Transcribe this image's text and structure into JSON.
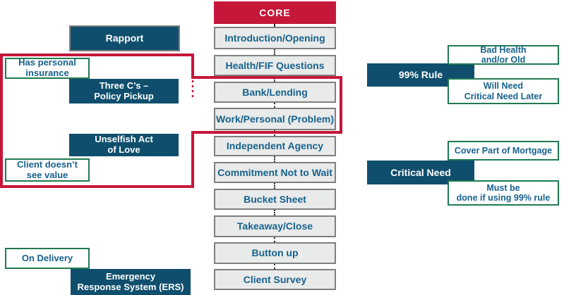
{
  "title": "CORE sales process diagram",
  "colors": {
    "red": "#c5173a",
    "teal": "#0f4f6d",
    "green": "#1f7a50",
    "box-fill": "#e9eaea",
    "box-border": "#7f7f7f",
    "text-blue": "#17628c"
  },
  "center": {
    "header": "CORE",
    "items": [
      "Introduction/Opening",
      "Health/FIF Questions",
      "Bank/Lending",
      "Work/Personal (Problem)",
      "Independent Agency",
      "Commitment Not to Wait",
      "Bucket Sheet",
      "Takeaway/Close",
      "Button up",
      "Client Survey"
    ]
  },
  "left": {
    "rapport": "Rapport",
    "has_personal": {
      "line1": "Has personal",
      "line2": "insurance"
    },
    "three_cs": {
      "line1": "Three C’s –",
      "line2": "Policy Pickup"
    },
    "unselfish": {
      "line1": "Unselfish Act",
      "line2": "of Love"
    },
    "client_value": {
      "line1": "Client doesn’t",
      "line2": "see value"
    },
    "on_delivery": "On Delivery",
    "ers": {
      "line1": "Emergency",
      "line2": "Response System (ERS)"
    }
  },
  "right": {
    "rule99": "99% Rule",
    "bad_health": {
      "line1": "Bad Health",
      "line2": "and/or Old"
    },
    "will_need": {
      "line1": "Will Need",
      "line2": "Critical Need Later"
    },
    "critical_need": "Critical Need",
    "cover_mortgage": "Cover Part of Mortgage",
    "must_be": {
      "line1": "Must be",
      "line2": "done if using 99% rule"
    }
  }
}
